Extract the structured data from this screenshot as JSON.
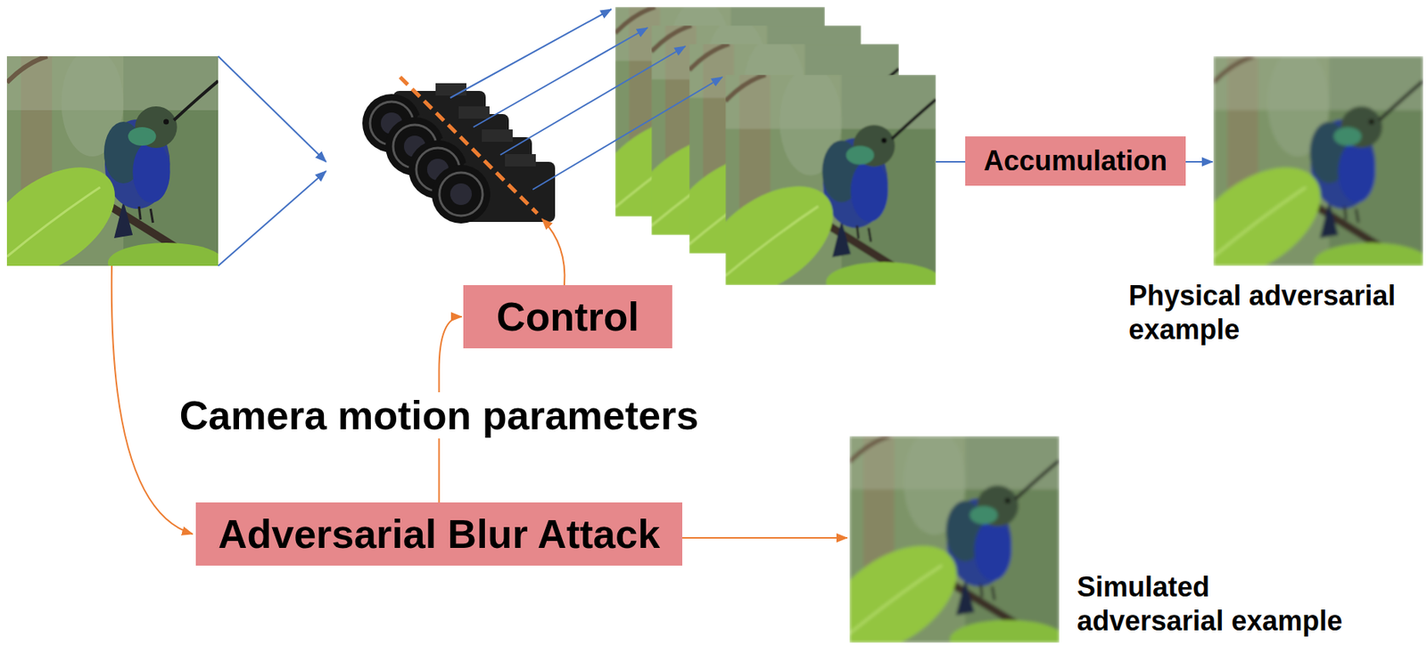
{
  "diagram": {
    "nodes": [
      {
        "text": [
          "Accumulation"
        ]
      },
      {
        "text": [
          "Control"
        ]
      },
      {
        "text": [
          "Adversarial Blur Attack"
        ]
      }
    ],
    "edges": [
      {
        "from": 2,
        "to": 1,
        "arrow": "to",
        "label": "Camera motion parameters"
      }
    ],
    "labels": [
      "Physical adversarial example",
      "Simulated adversarial example"
    ]
  }
}
